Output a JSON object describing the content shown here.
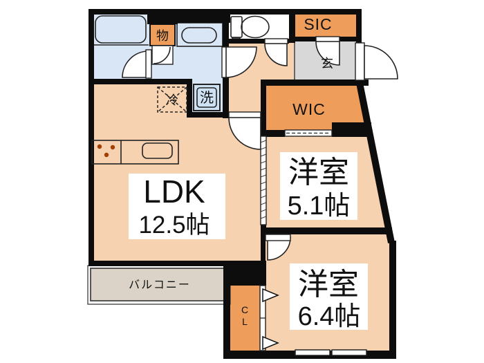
{
  "rooms": {
    "ldk": {
      "name": "LDK",
      "size": "12.5帖"
    },
    "bedroom_a": {
      "name": "洋室",
      "size": "5.1帖"
    },
    "bedroom_b": {
      "name": "洋室",
      "size": "6.4帖"
    },
    "wic": {
      "name": "WIC"
    },
    "sic": {
      "name": "SIC"
    },
    "entrance": {
      "name": "玄"
    },
    "balcony": {
      "name": "バルコニー"
    },
    "closet": {
      "line1": "C",
      "line2": "L"
    }
  },
  "fixtures": {
    "storage": "物",
    "refrigerator": "冷",
    "washer": "洗"
  },
  "colors": {
    "wall": "#0d0d0d",
    "room_floor": "#f6d2b0",
    "accent_orange": "#ee9d5b",
    "wet_area": "#d9e6f6",
    "fixture_cyan": "#c3ecf6",
    "counter_blue": "#cfe2f4",
    "toilet_floor": "#ffffff",
    "entrance_gray": "#d8d8d8",
    "balcony_beige": "#dbd3c7",
    "label_bg": "#ffffff"
  }
}
